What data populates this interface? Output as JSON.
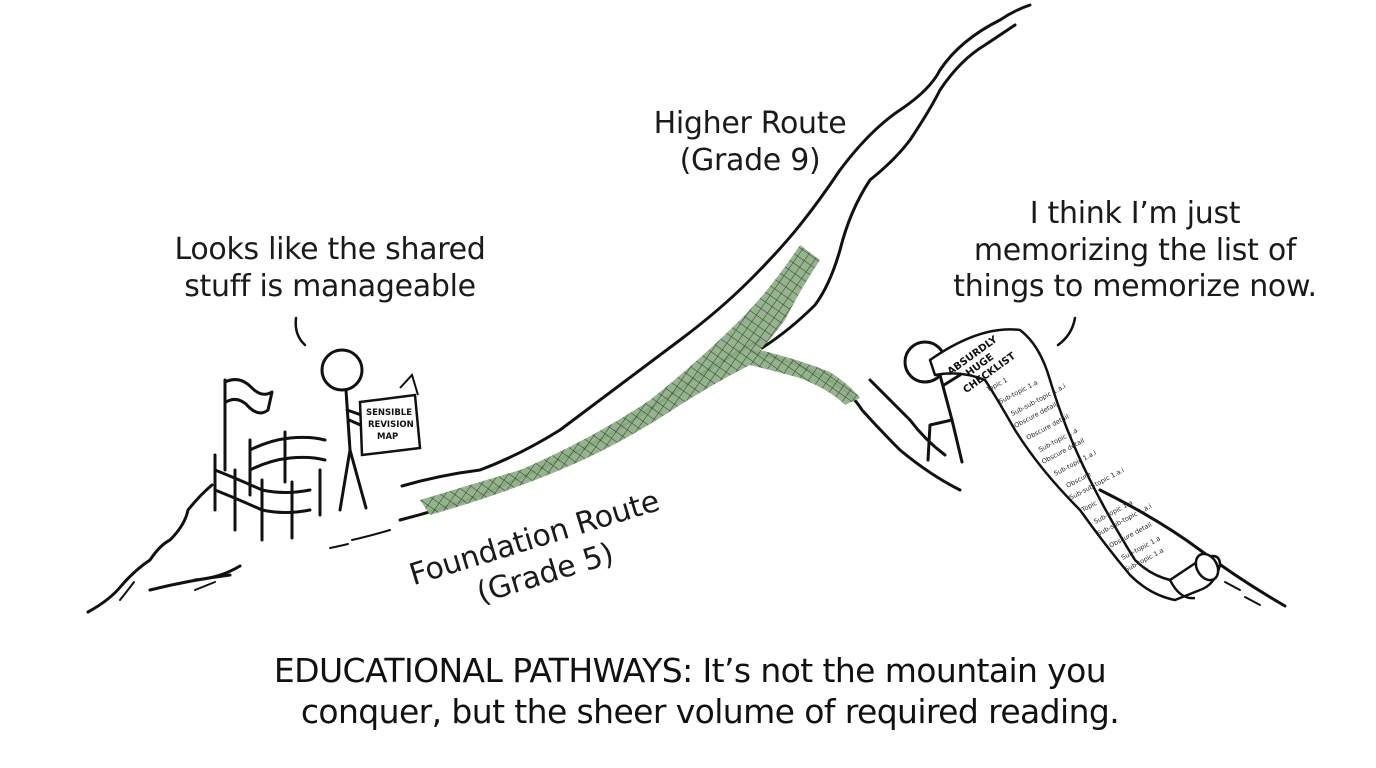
{
  "comic": {
    "labels": {
      "higher_route": "Higher Route\n(Grade 9)",
      "foundation_route": "Foundation Route\n(Grade 5)",
      "left_speech": "Looks like the shared\nstuff is manageable",
      "right_speech": "I think I’m just\nmemorizing the list of\nthings to memorize now."
    },
    "map_sign": {
      "line1": "SENSIBLE",
      "line2": "REVISION",
      "line3": "MAP"
    },
    "scroll": {
      "title_line1": "ABSURDLY",
      "title_line2": "HUGE",
      "title_line3": "CHECKLIST",
      "items": [
        "Topic 1",
        "Sub-topic 1.a",
        "Sub-sub-topic 1.a.i",
        "Obscure detail",
        "Obscure detail",
        "Sub-topic 1.a",
        "Obscure detail",
        "Sub-topic 1.a.i",
        "Obscure",
        "Sub-sub-topic 1.a.i",
        "Topic 1",
        "Sub-topic 1.a",
        "Sub-sub-topic 1.a.i",
        "Obscure detail",
        "Sub-topic 1.a",
        "Sub-topic 1.a"
      ]
    },
    "caption": {
      "line1": "EDUCATIONAL PATHWAYS: It’s not the mountain you",
      "line2": "conquer, but the sheer volume of required reading."
    },
    "colors": {
      "ink": "#111111",
      "route_fill": "#8fb087",
      "background": "#ffffff"
    }
  }
}
